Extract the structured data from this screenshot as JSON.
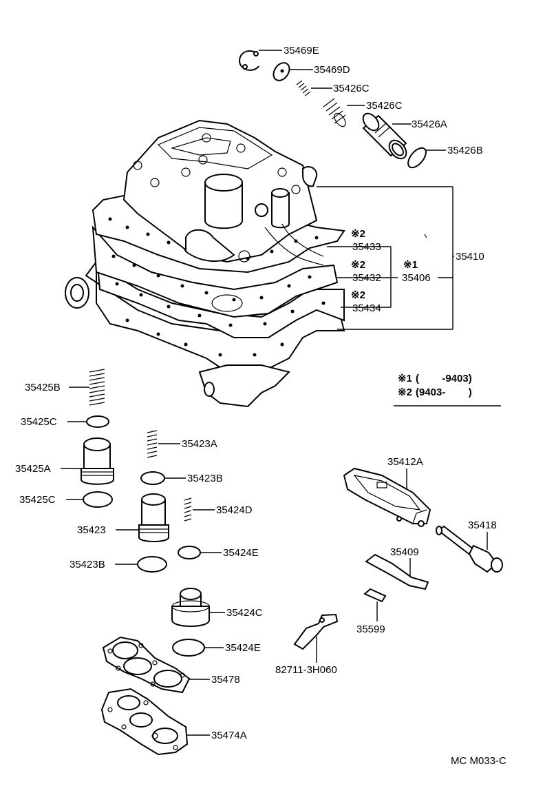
{
  "diagram_code": "MC M033-C",
  "notes": {
    "note1_mark": "※1",
    "note1_text": "(        -9403)",
    "note2_mark": "※2",
    "note2_text": "(9403-        )"
  },
  "parts": {
    "p35469E": "35469E",
    "p35469D": "35469D",
    "p35426C_1": "35426C",
    "p35426C_2": "35426C",
    "p35426A": "35426A",
    "p35426B": "35426B",
    "p35410": "35410",
    "p35433": "35433",
    "p35432": "35432",
    "p35406": "35406",
    "p35434": "35434",
    "p35425B": "35425B",
    "p35425C_1": "35425C",
    "p35425A": "35425A",
    "p35425C_2": "35425C",
    "p35423A": "35423A",
    "p35423B_1": "35423B",
    "p35424D": "35424D",
    "p35423": "35423",
    "p35424E_1": "35424E",
    "p35423B_2": "35423B",
    "p35424C": "35424C",
    "p35424E_2": "35424E",
    "p35478": "35478",
    "p35474A": "35474A",
    "p35412A": "35412A",
    "p35418": "35418",
    "p35409": "35409",
    "p35599": "35599",
    "p82711": "82711-3H060"
  },
  "marks": {
    "m35433": "※2",
    "m35432": "※2",
    "m35406": "※1",
    "m35434": "※2"
  }
}
